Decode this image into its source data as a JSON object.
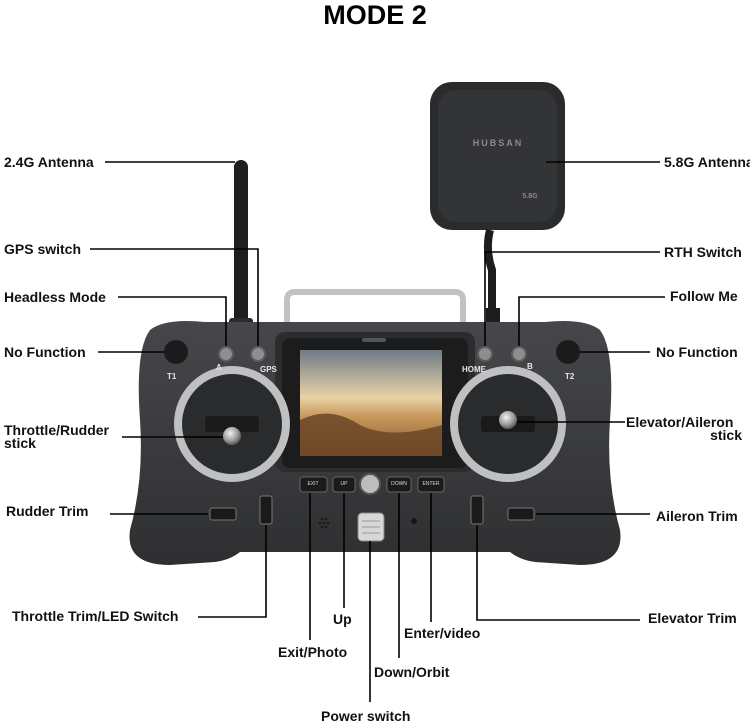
{
  "title": "MODE 2",
  "labels": {
    "antenna_24": "2.4G Antenna",
    "gps_switch": "GPS switch",
    "headless_mode": "Headless Mode",
    "no_function_left": "No Function",
    "throttle_rudder_1": "Throttle/Rudder",
    "throttle_rudder_2": "stick",
    "rudder_trim": "Rudder Trim",
    "throttle_trim_led": "Throttle Trim/LED Switch",
    "antenna_58": "5.8G Antenna",
    "rth_switch": "RTH Switch",
    "follow_me": "Follow Me",
    "no_function_right": "No Function",
    "elevator_aileron_1": "Elevator/Aileron",
    "elevator_aileron_2": "stick",
    "aileron_trim": "Aileron Trim",
    "elevator_trim": "Elevator Trim",
    "up": "Up",
    "exit_photo": "Exit/Photo",
    "enter_video": "Enter/video",
    "down_orbit": "Down/Orbit",
    "power_switch": "Power switch"
  },
  "device": {
    "brand": "HUBSAN",
    "antenna_badge": "5.8G",
    "switch_a": "A",
    "switch_gps": "GPS",
    "switch_home": "HOME",
    "switch_b": "B",
    "button_t1": "T1",
    "button_t2": "T2",
    "key_exit": "EXIT",
    "key_up": "UP",
    "key_down": "DOWN",
    "key_enter": "ENTER"
  },
  "colors": {
    "body": "#3b3c3e",
    "body_dark": "#2a2b2d",
    "ring": "#c9cacc",
    "leader": "#000000"
  }
}
